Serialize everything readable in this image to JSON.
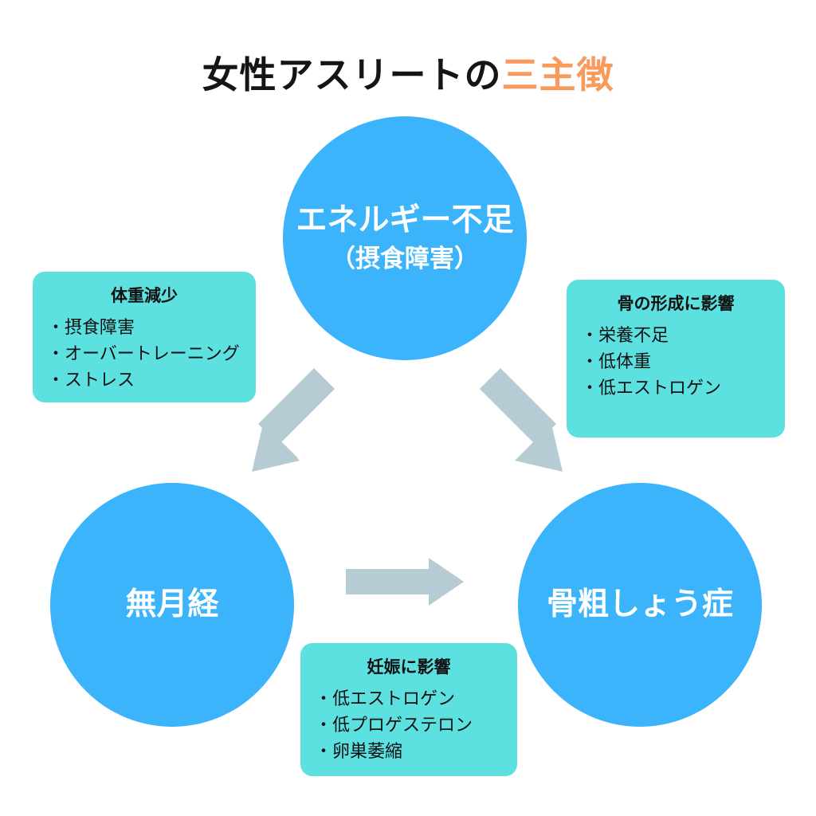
{
  "title": {
    "main": "女性アスリートの",
    "accent": "三主徴"
  },
  "colors": {
    "circle_blue": "#3bb4fc",
    "box_teal": "#5de0e0",
    "arrow_gray": "#b6cbd4",
    "accent_orange": "#f89a5c",
    "text_dark": "#111111",
    "background": "#ffffff"
  },
  "nodes": {
    "energy_deficiency": {
      "label_line1": "エネルギー不足",
      "label_line2": "（摂食障害）"
    },
    "amenorrhea": {
      "label": "無月経"
    },
    "osteoporosis": {
      "label": "骨粗しょう症"
    }
  },
  "boxes": {
    "weight_loss": {
      "title": "体重減少",
      "items": [
        "摂食障害",
        "オーバートレーニング",
        "ストレス"
      ]
    },
    "bone_formation": {
      "title": "骨の形成に影響",
      "items": [
        "栄養不足",
        "低体重",
        "低エストロゲン"
      ]
    },
    "pregnancy": {
      "title": "妊娠に影響",
      "items": [
        "低エストロゲン",
        "低プロゲステロン",
        "卵巣萎縮"
      ]
    }
  },
  "arrows": [
    {
      "name": "energy-to-amenorrhea",
      "direction": "down-left"
    },
    {
      "name": "energy-to-osteoporosis",
      "direction": "down-right"
    },
    {
      "name": "amenorrhea-to-osteoporosis",
      "direction": "right"
    }
  ]
}
